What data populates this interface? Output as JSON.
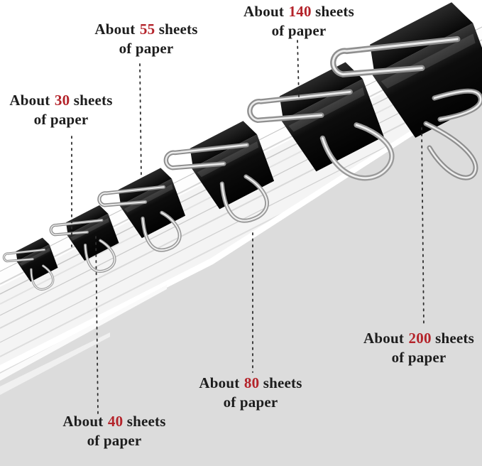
{
  "scene": {
    "subject": "binder-clips-on-paper-stack",
    "clip_capacities_sheets": [
      30,
      40,
      55,
      80,
      140,
      200
    ]
  },
  "colors": {
    "number_red": "#b4232a",
    "text_black": "#1d1d1d",
    "background_gray": "#dcdcdc",
    "paper_white": "#f5f5f5",
    "clip_black": "#0a0a0a",
    "wire_silver": "#c9c9c9"
  },
  "labels": {
    "s30": {
      "pre": "About",
      "num": "30",
      "post": "sheets",
      "line2": "of paper"
    },
    "s55": {
      "pre": "About",
      "num": "55",
      "post": "sheets",
      "line2": "of paper"
    },
    "s140": {
      "pre": "About",
      "num": "140",
      "post": "sheets",
      "line2": "of paper"
    },
    "s40": {
      "pre": "About",
      "num": "40",
      "post": "sheets",
      "line2": "of paper"
    },
    "s80": {
      "pre": "About",
      "num": "80",
      "post": "sheets",
      "line2": "of paper"
    },
    "s200": {
      "pre": "About",
      "num": "200",
      "post": "sheets",
      "line2": "of paper"
    }
  }
}
